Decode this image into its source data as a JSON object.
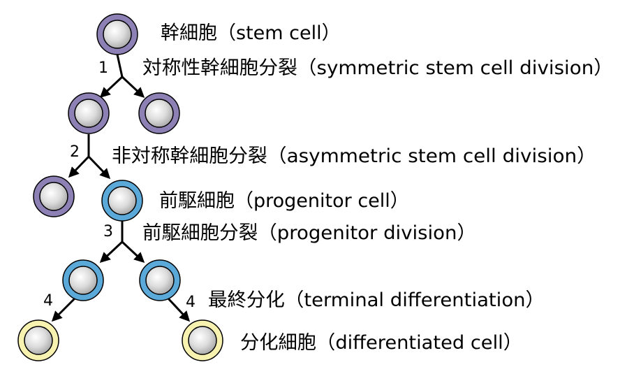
{
  "labels": {
    "stem_cell": "幹細胞（stem cell）",
    "symmetric_division": "対称性幹細胞分裂（symmetric stem cell division）",
    "asymmetric_division": "非対称幹細胞分裂（asymmetric stem cell division）",
    "progenitor_cell": "前駆細胞（progenitor cell）",
    "progenitor_division": "前駆細胞分裂（progenitor division）",
    "terminal_differentiation": "最終分化（terminal differentiation）",
    "differentiated_cell": "分化細胞（differentiated cell）"
  },
  "steps": {
    "s1": "1",
    "s2": "2",
    "s3": "3",
    "s4_left": "4",
    "s4_right": "4"
  },
  "colors": {
    "stem_ring": "#8c80b4",
    "progenitor_ring": "#5ba9d9",
    "differentiated_ring": "#f7f2b0",
    "cell_core": "#d6d6d6",
    "outline": "#000000"
  }
}
